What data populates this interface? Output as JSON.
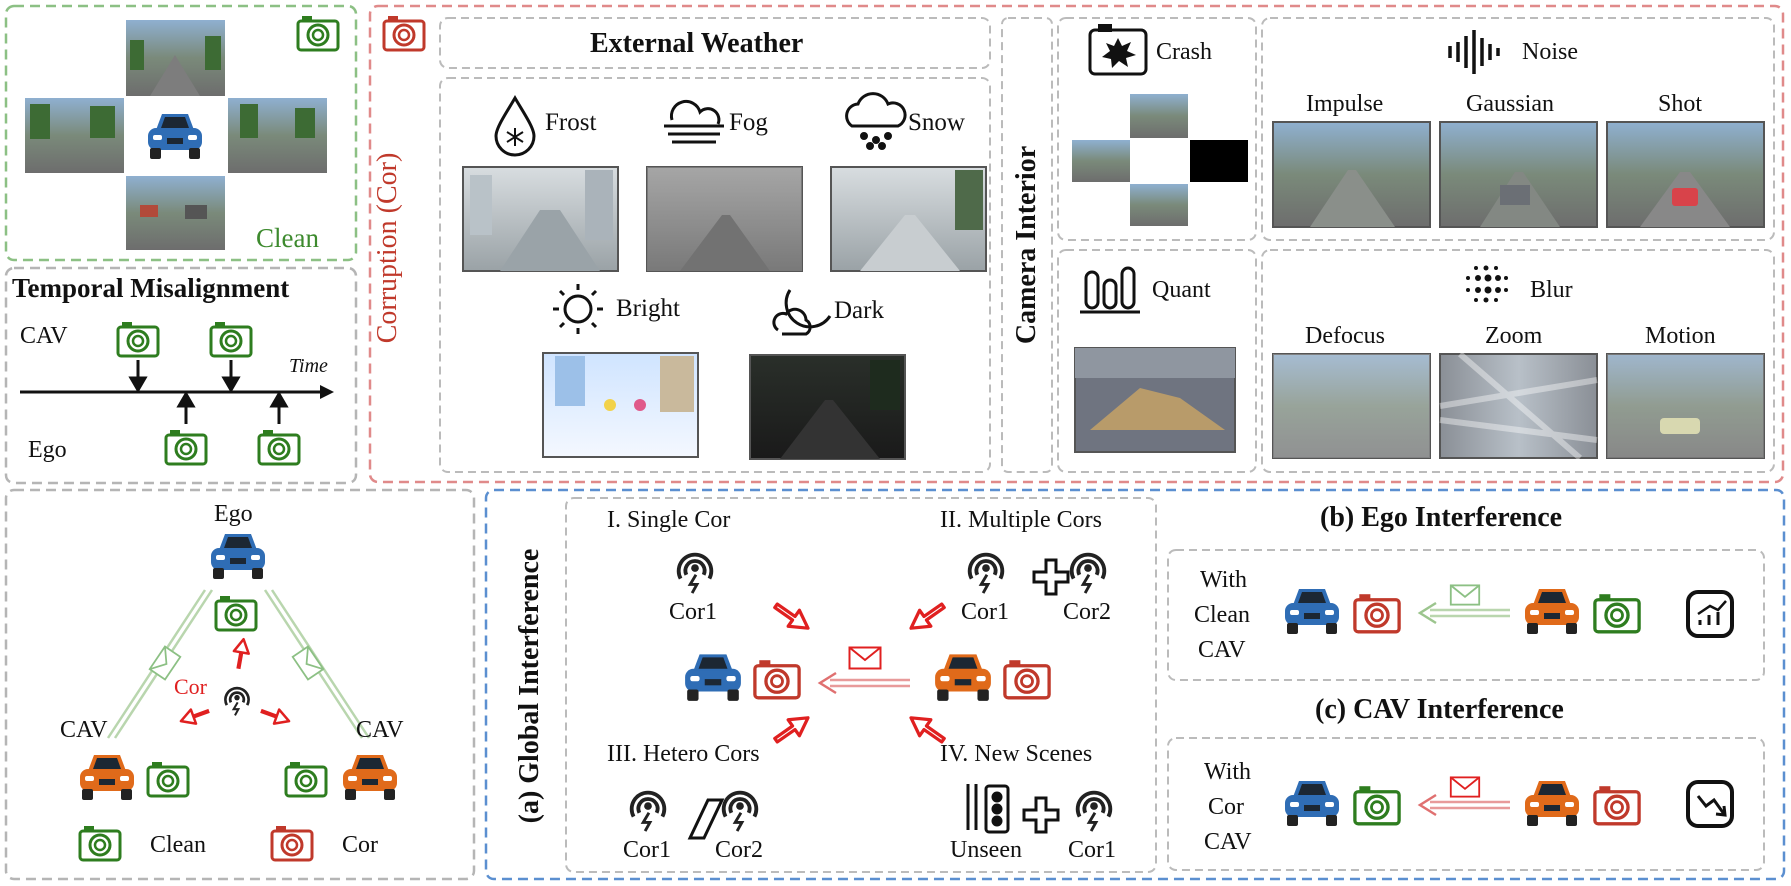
{
  "clean_panel": {
    "label": "Clean"
  },
  "temporal": {
    "title": "Temporal Misalignment",
    "cav": "CAV",
    "ego": "Ego",
    "time": "Time"
  },
  "corruption": {
    "side_label": "Corruption (Cor)",
    "external_title": "External Weather",
    "weather": [
      "Frost",
      "Fog",
      "Snow",
      "Bright",
      "Dark"
    ],
    "camera_title": "Camera Interior",
    "crash": "Crash",
    "noise": {
      "title": "Noise",
      "items": [
        "Impulse",
        "Gaussian",
        "Shot"
      ]
    },
    "quant": "Quant",
    "blur": {
      "title": "Blur",
      "items": [
        "Defocus",
        "Zoom",
        "Motion"
      ]
    }
  },
  "network": {
    "ego": "Ego",
    "cav_left": "CAV",
    "cav_right": "CAV",
    "cor": "Cor",
    "legend_clean": "Clean",
    "legend_cor": "Cor"
  },
  "global": {
    "title": "(a) Global Interference",
    "single": {
      "title": "I. Single Cor",
      "cor1": "Cor1"
    },
    "multiple": {
      "title": "II. Multiple Cors",
      "cor1": "Cor1",
      "cor2": "Cor2"
    },
    "hetero": {
      "title": "III. Hetero Cors",
      "cor1": "Cor1",
      "cor2": "Cor2"
    },
    "newscenes": {
      "title": "IV. New Scenes",
      "unseen": "Unseen",
      "cor1": "Cor1"
    }
  },
  "ego_interf": {
    "title": "(b) Ego Interference",
    "lines": [
      "With",
      "Clean",
      "CAV"
    ]
  },
  "cav_interf": {
    "title": "(c) CAV Interference",
    "lines": [
      "With",
      "Cor",
      "CAV"
    ]
  },
  "colors": {
    "green": "#2e7d1f",
    "red": "#c0392b",
    "blue": "#2f6db5",
    "orange": "#e06a1a",
    "gray_dash": "#b5b5b5"
  },
  "icons": [
    "camera-icon",
    "car-icon",
    "envelope-icon",
    "signal-icon",
    "chart-up-icon",
    "chart-down-icon",
    "snowflake-drop-icon",
    "fog-icon",
    "snow-cloud-icon",
    "sun-icon",
    "moon-cloud-icon",
    "crash-icon",
    "soundwave-icon",
    "quant-icon",
    "blur-dots-icon",
    "traffic-light-icon"
  ]
}
